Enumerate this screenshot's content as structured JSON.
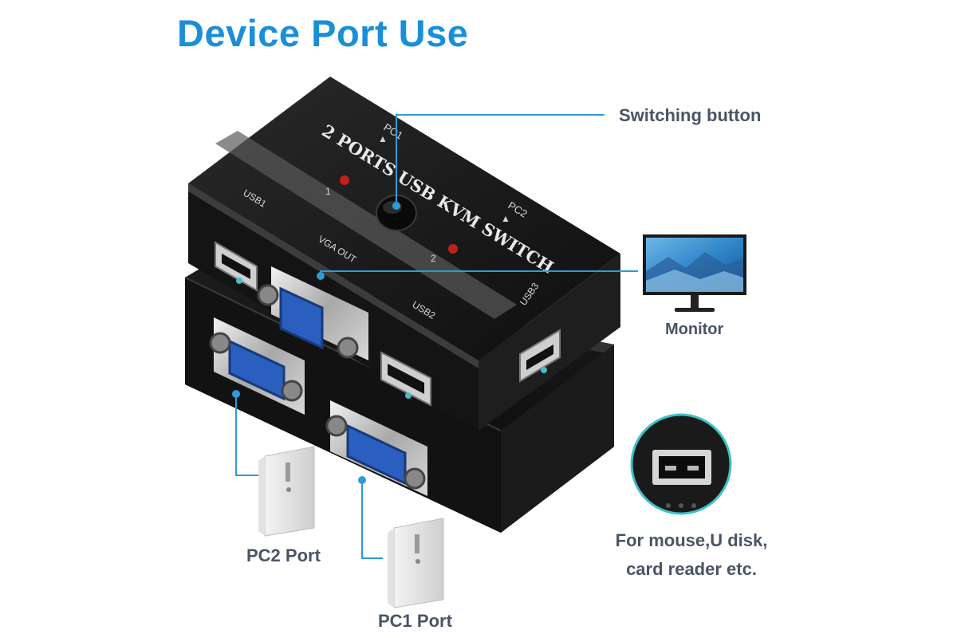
{
  "title": "Device Port Use",
  "callouts": {
    "switching_button": "Switching button",
    "monitor": "Monitor",
    "usb_note_line1": "For mouse,U disk,",
    "usb_note_line2": "card reader etc.",
    "pc2_port": "PC2 Port",
    "pc1_port": "PC1 Port"
  },
  "device": {
    "top_text": "2 PORTS USB KVM SWITCH",
    "pc1_label": "PC1",
    "pc2_label": "PC2",
    "led1_label": "1",
    "led2_label": "2",
    "usb1_label": "USB1",
    "usb2_label": "USB2",
    "usb3_label": "USB3",
    "vga_out_label": "VGA OUT"
  },
  "colors": {
    "title": "#1a8fd8",
    "callout_text": "#4a5466",
    "callout_line": "#2e9bd6",
    "device_body": "#151515",
    "vga_blue": "#2a5fc0",
    "led_red": "#c0201a",
    "indicator_dot": "#3fc1c9"
  },
  "icons": [
    "monitor-icon",
    "pc-tower-icon",
    "usb-port-zoom-icon"
  ]
}
